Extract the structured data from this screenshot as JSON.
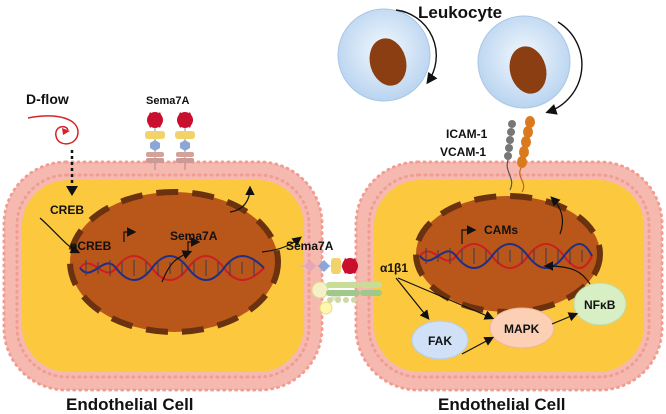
{
  "labels": {
    "leukocyte": "Leukocyte",
    "dflow": "D-flow",
    "sema7a_surface": "Sema7A",
    "creb": "CREB",
    "pcreb": "pCREB",
    "sema7a_gene": "Sema7A",
    "sema7a_secreted": "Sema7A",
    "integrin": "α1β1",
    "icam": "ICAM-1",
    "vcam": "VCAM-1",
    "cams": "CAMs",
    "nfkb": "NFκB",
    "fak": "FAK",
    "mapk": "MAPK",
    "cell_left": "Endothelial Cell",
    "cell_right": "Endothelial Cell"
  },
  "colors": {
    "membrane": "#f6b9b0",
    "membrane_dot": "#f4a39a",
    "cytoplasm": "#fcc93e",
    "nucleus": "#b9561a",
    "nucleus_rim": "#7a3a14",
    "leukocyte_body": "#cfe3f7",
    "leukocyte_nucleus": "#8a3e12",
    "dna_red": "#cc1f1f",
    "dna_blue": "#1f2f86",
    "sema_red": "#c8102e",
    "fak": "#cfe0f7",
    "mapk": "#fbd0b5",
    "nfkb": "#d8eec4"
  }
}
